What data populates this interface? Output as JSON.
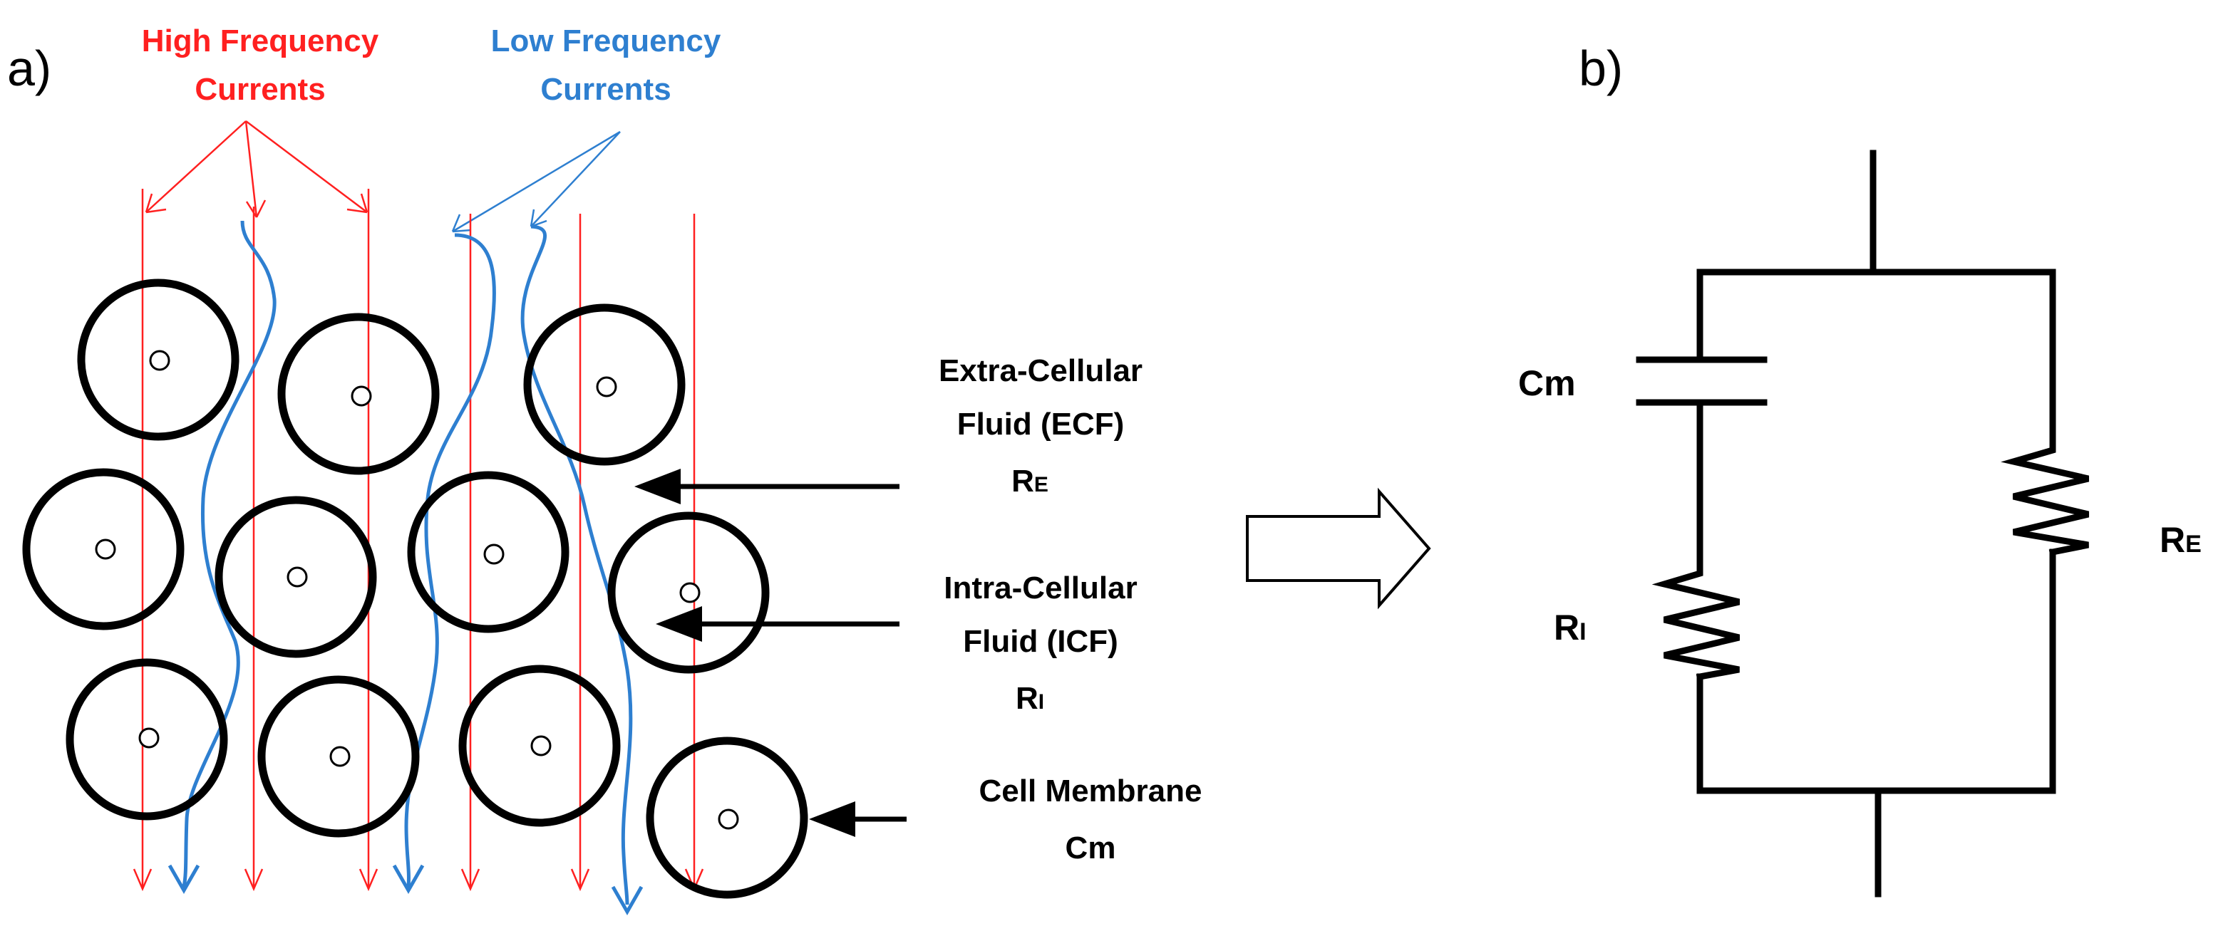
{
  "panel_a": {
    "label": "a)",
    "high_frequency_label_line1": "High Frequency",
    "high_frequency_label_line2": "Currents",
    "low_frequency_label_line1": "Low Frequency",
    "low_frequency_label_line2": "Currents",
    "ecf_label_line1": "Extra-Cellular",
    "ecf_label_line2": "Fluid (ECF)",
    "ecf_symbol_main": "R",
    "ecf_symbol_sub": "E",
    "icf_label_line1": "Intra-Cellular",
    "icf_label_line2": "Fluid (ICF)",
    "icf_symbol_main": "R",
    "icf_symbol_sub": "I",
    "membrane_label_line1": "Cell Membrane",
    "membrane_label_line2": "Cm"
  },
  "panel_b": {
    "label": "b)",
    "capacitor_label": "Cm",
    "ri_main": "R",
    "ri_sub": "I",
    "re_main": "R",
    "re_sub": "E"
  },
  "colors": {
    "high_frequency": "#ff2020",
    "low_frequency": "#2e7fd0",
    "cell": "#000000"
  }
}
